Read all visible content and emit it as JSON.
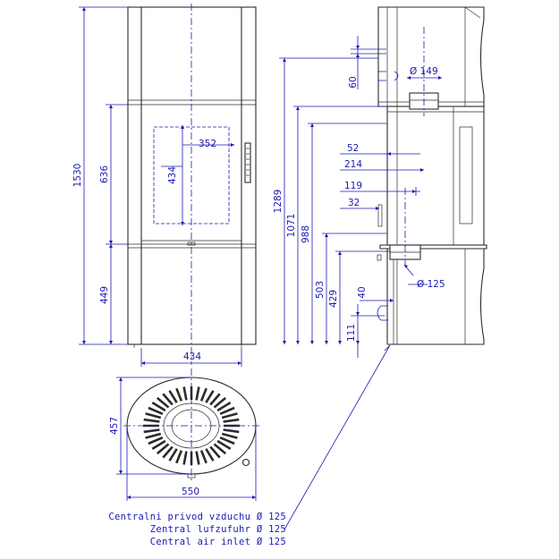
{
  "front_view": {
    "dim_height_total": "1530",
    "dim_door_height": "636",
    "dim_base_height": "449",
    "dim_window_width": "352",
    "dim_window_height": "434",
    "dim_width": "434"
  },
  "side_view": {
    "dim_60": "60",
    "dim_flue_dia": "Ø 149",
    "dim_52": "52",
    "dim_214": "214",
    "dim_119": "119",
    "dim_32": "32",
    "dim_1289": "1289",
    "dim_1071": "1071",
    "dim_988": "988",
    "dim_503": "503",
    "dim_429": "429",
    "dim_40": "40",
    "dim_111": "111",
    "dim_air_dia": "Ø 125"
  },
  "top_view": {
    "dim_depth": "457",
    "dim_width": "550"
  },
  "notes": [
    "Centralni privod vzduchu Ø 125",
    "Zentral lufzufuhr Ø 125",
    "Central air inlet Ø 125"
  ],
  "colors": {
    "dimension": "#1a1ab4",
    "outline": "#2b2b2b"
  }
}
